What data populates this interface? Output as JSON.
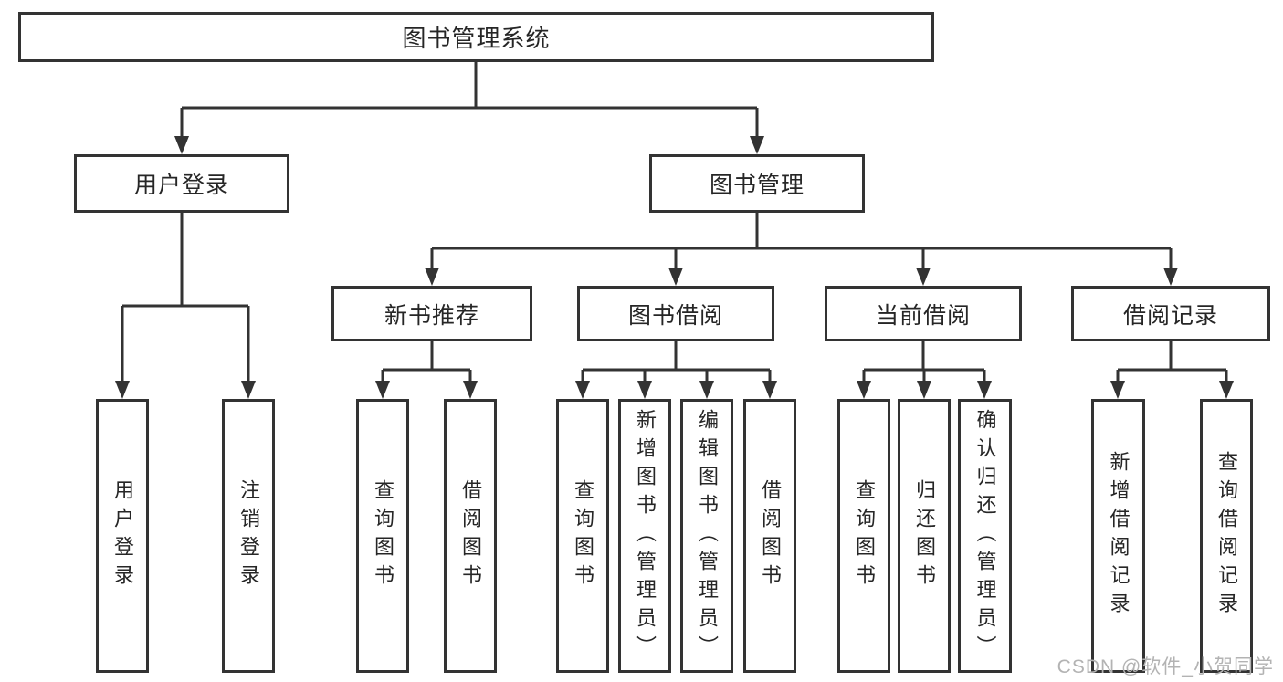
{
  "diagram": {
    "root": "图书管理系统",
    "level2": {
      "user": "用户登录",
      "management": "图书管理"
    },
    "level3": {
      "recommend": "新书推荐",
      "borrow": "图书借阅",
      "current": "当前借阅",
      "records": "借阅记录"
    },
    "leaves": {
      "user": [
        "用户登录",
        "注销登录"
      ],
      "recommend": [
        "查询图书",
        "借阅图书"
      ],
      "borrow": [
        "查询图书",
        "新增图书（管理员）",
        "编辑图书（管理员）",
        "借阅图书"
      ],
      "current": [
        "查询图书",
        "归还图书",
        "确认归还（管理员）"
      ],
      "records": [
        "新增借阅记录",
        "查询借阅记录"
      ]
    }
  },
  "watermark": "CSDN @软件_小贺同学",
  "colors": {
    "line": "#333333",
    "text": "#262626",
    "watermark": "#b3b3b3",
    "background": "#ffffff"
  }
}
